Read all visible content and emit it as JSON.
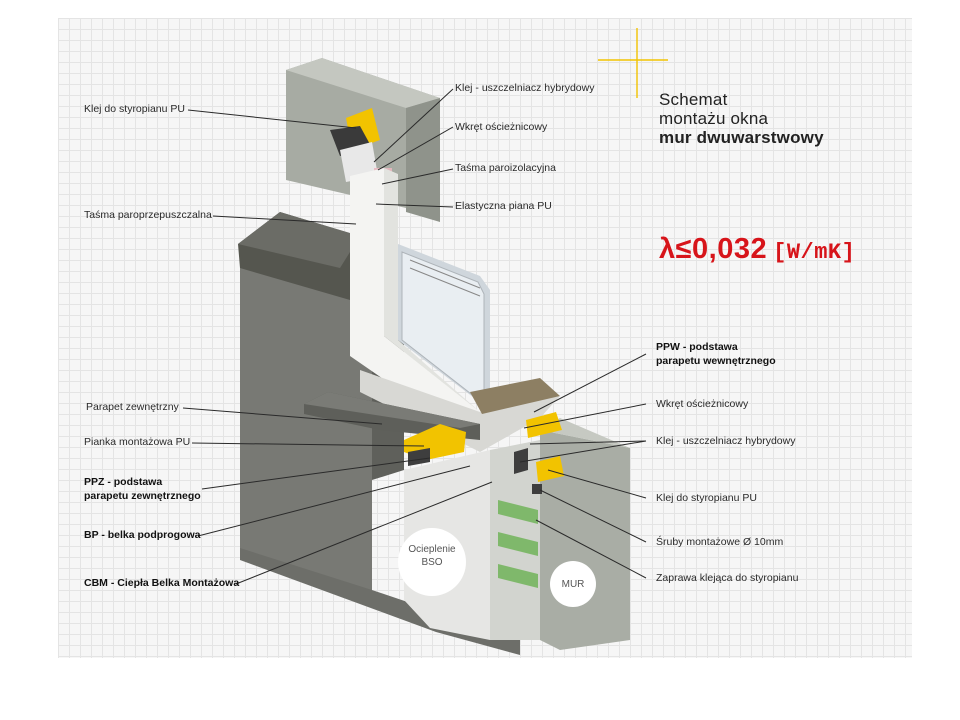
{
  "title": {
    "line1": "Schemat",
    "line2": "montażu okna",
    "line3": "mur dwuwarstwowy"
  },
  "lambda": {
    "value": "λ≤0,032",
    "unit": "[W/mK]"
  },
  "colors": {
    "accent_red": "#d7141a",
    "accent_yellow": "#f2c300",
    "concrete": "#a9ada5",
    "wall_dark": "#6a6b66"
  },
  "labels_left": {
    "klej_styropianu_top": "Klej do styropianu PU",
    "tasma_paroprzepuszczalna": "Taśma paroprzepuszczalna",
    "parapet_zewnetrzny": "Parapet zewnętrzny",
    "pianka_montazowa": "Pianka montażowa PU",
    "ppz_line1": "PPZ - podstawa",
    "ppz_line2": "parapetu zewnętrznego",
    "bp": "BP - belka podprogowa",
    "cbm": "CBM - Ciepła Belka Montażowa"
  },
  "labels_right": {
    "klej_uszczelniacz_top": "Klej - uszczelniacz hybrydowy",
    "wkret_oscieznicowy_top": "Wkręt ościeżnicowy",
    "tasma_paroizolacyjna": "Taśma paroizolacyjna",
    "elastyczna_piana": "Elastyczna piana PU",
    "ppw_line1": "PPW - podstawa",
    "ppw_line2": "parapetu wewnętrznego",
    "wkret_oscieznicowy_bottom": "Wkręt ościeżnicowy",
    "klej_uszczelniacz_bottom": "Klej - uszczelniacz hybrydowy",
    "klej_styropianu_bottom": "Klej do styropianu PU",
    "sruby": "Śruby montażowe Ø 10mm",
    "zaprawa": "Zaprawa klejąca do styropianu"
  },
  "circles": {
    "bso_line1": "Ocieplenie",
    "bso_line2": "BSO",
    "mur": "MUR"
  }
}
